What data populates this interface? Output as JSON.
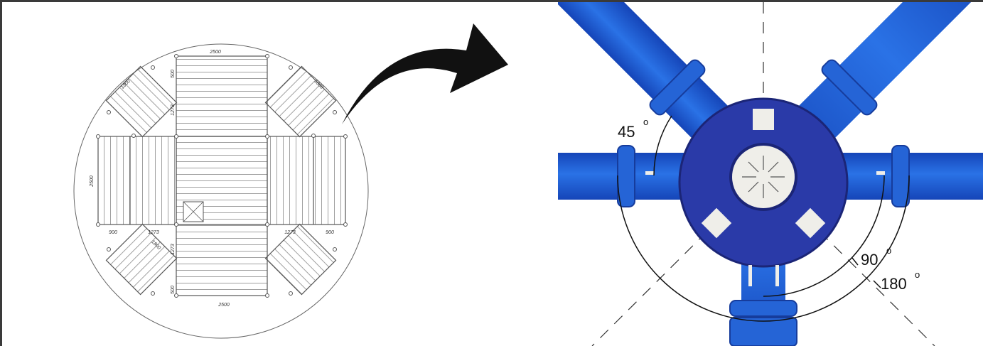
{
  "colors": {
    "pipe": "#1f5fd6",
    "pipe_dark": "#1740a8",
    "hub": "#2a3aa8",
    "center": "#efeee9",
    "plan_line": "#555555"
  },
  "plan": {
    "dimensions": {
      "top": "2500",
      "bottom": "2500",
      "left": "2500",
      "diag_top_left": "1800",
      "diag_top_right": "1800",
      "diag_bottom_left": "1800",
      "upper_vertical": "1273",
      "lower_vertical": "1273",
      "top_small": "500",
      "bottom_small": "500",
      "left_900": "900",
      "left_1273": "1273",
      "right_1273": "1273",
      "right_900": "900"
    }
  },
  "arrow_icon": "curved-arrow-icon",
  "connector": {
    "angles": {
      "a45": "45",
      "a90": "90",
      "a180": "180"
    },
    "degree_symbol": "o"
  }
}
